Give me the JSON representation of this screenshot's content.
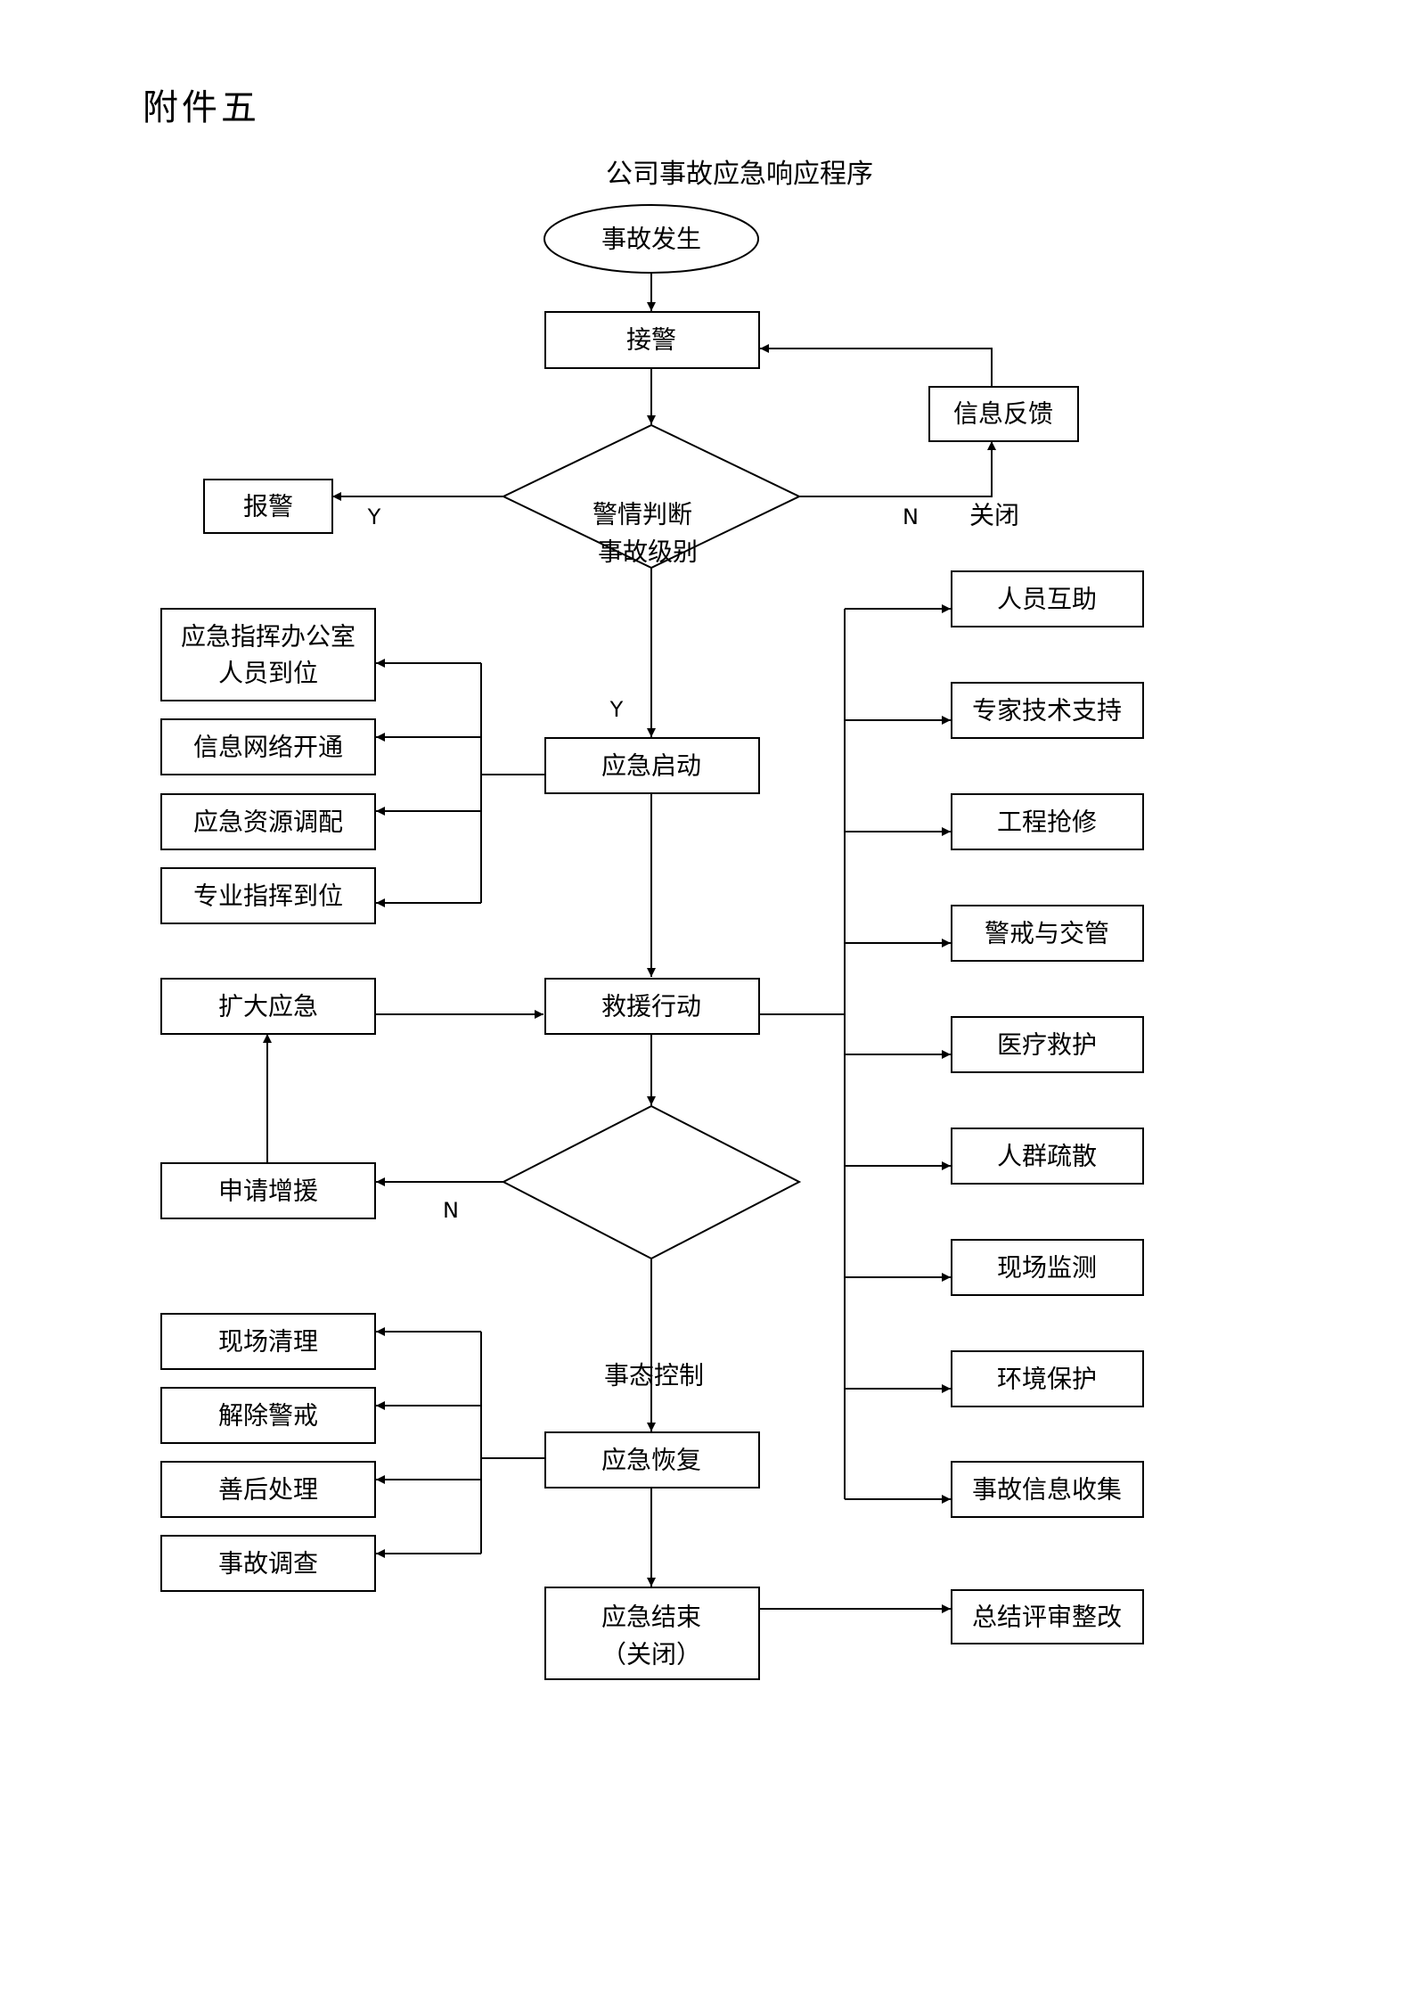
{
  "header": {
    "attachment": "附件五",
    "title": "公司事故应急响应程序"
  },
  "nodes": {
    "start": "事故发生",
    "receive": "接警",
    "feedback": "信息反馈",
    "alarm": "报警",
    "judge_line1": "警情判断",
    "judge_line2": "事故级别",
    "close_label": "关闭",
    "activate": "应急启动",
    "office_line1": "应急指挥办公室",
    "office_line2": "人员到位",
    "network": "信息网络开通",
    "resources": "应急资源调配",
    "command": "专业指挥到位",
    "expand": "扩大应急",
    "rescue": "救援行动",
    "request": "申请增援",
    "control": "事态控制",
    "cleanup": "现场清理",
    "lift": "解除警戒",
    "aftermath": "善后处理",
    "investigate": "事故调查",
    "recovery": "应急恢复",
    "end_line1": "应急结束",
    "end_line2": "（关闭）",
    "summary": "总结评审整改",
    "mutual": "人员互助",
    "expert": "专家技术支持",
    "repair": "工程抢修",
    "traffic": "警戒与交管",
    "medical": "医疗救护",
    "evacuate": "人群疏散",
    "monitor": "现场监测",
    "environment": "环境保护",
    "info": "事故信息收集"
  },
  "labels": {
    "yes_alarm": "Y",
    "no_close": "N",
    "yes_activate": "Y",
    "no_request": "N"
  }
}
